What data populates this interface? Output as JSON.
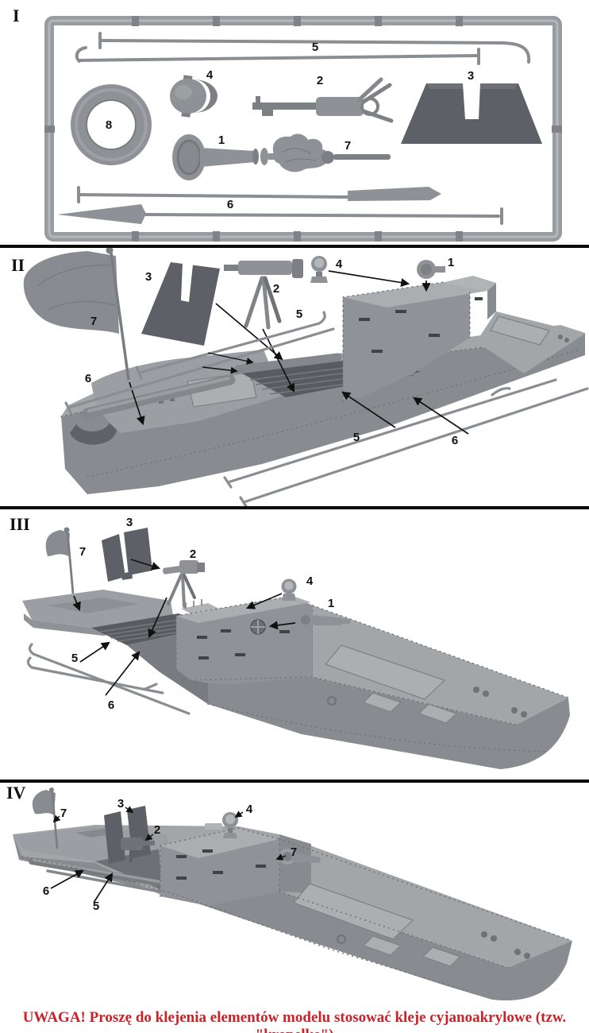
{
  "warning": {
    "text": "UWAGA! Proszę do klejenia elementów modelu stosować kleje cyjanoakrylowe (tzw. \"kropelkę\")"
  },
  "colors": {
    "background": "#ffffff",
    "separator": "#0a0a0a",
    "warning_red": "#cc2127",
    "label_black": "#111111",
    "sprue_gray": "#989ca0",
    "part_gray": "#8e9296",
    "shield_dark_gray": "#5d6167",
    "hull_light": "#a2a6a9",
    "hull_mid": "#8f9397",
    "hull_dark": "#787c80"
  },
  "panels": [
    {
      "numeral": "I",
      "labels": [
        "5",
        "4",
        "2",
        "3",
        "8",
        "1",
        "7",
        "6"
      ]
    },
    {
      "numeral": "II",
      "labels": [
        "3",
        "2",
        "5",
        "4",
        "1",
        "7",
        "6",
        "5",
        "6"
      ]
    },
    {
      "numeral": "III",
      "labels": [
        "3",
        "7",
        "2",
        "4",
        "1",
        "5",
        "6"
      ]
    },
    {
      "numeral": "IV",
      "labels": [
        "7",
        "3",
        "2",
        "4",
        "7",
        "6",
        "5"
      ]
    }
  ]
}
